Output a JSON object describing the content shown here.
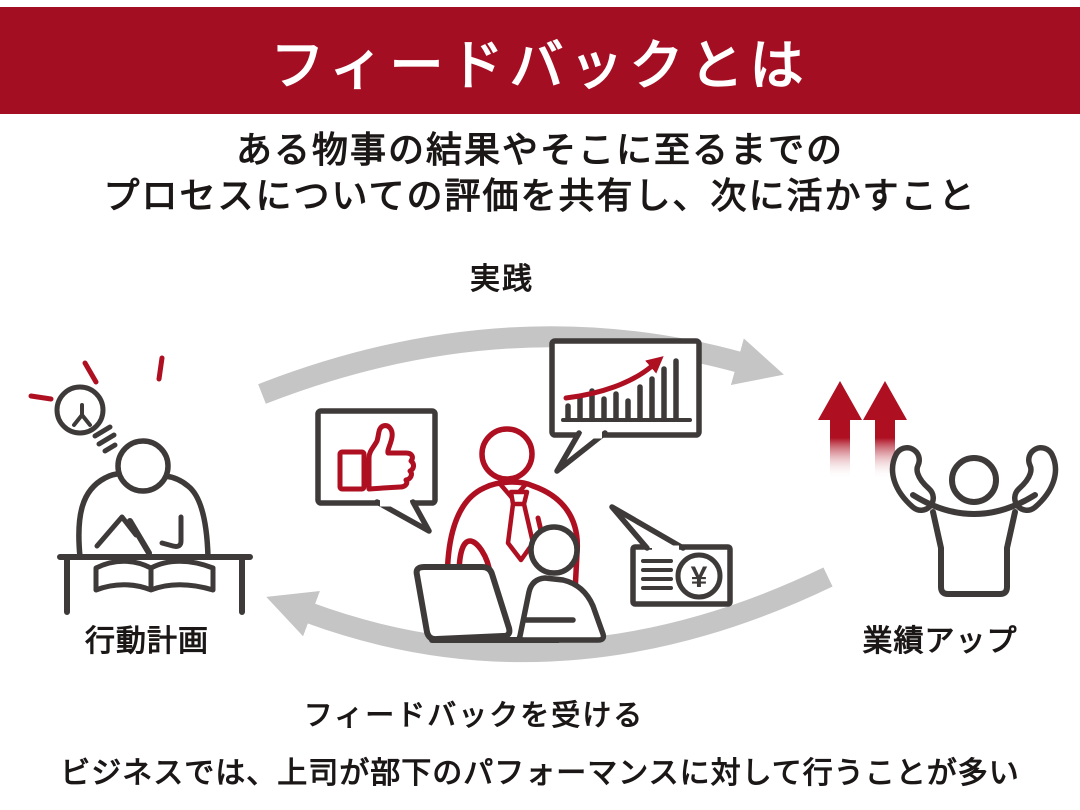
{
  "colors": {
    "banner_red": "#a40e23",
    "accent_red": "#ae1022",
    "line_dark": "#3e3a39",
    "arrow_gray": "#c5c5c5",
    "highlight_pink": "#f4dade",
    "text_dark": "#1c1717",
    "title_text": "#ffffff",
    "background": "#ffffff"
  },
  "header": {
    "title": "フィードバックとは"
  },
  "definition": {
    "line1": "ある物事の結果やそこに至るまでの",
    "line2": "プロセスについての評価を共有し、次に活かすこと"
  },
  "cycle": {
    "top_label": "実践",
    "left_label": "行動計画",
    "right_label": "業績アップ",
    "bottom_label": "フィードバックを受ける"
  },
  "icons": {
    "yen-symbol": "¥",
    "lightbulb-icon": "line-art-bulb-with-red-sparks",
    "writing-person-icon": "line-art-person-writing-at-desk-with-open-book",
    "thumbs-up-icon": "red-line-art-thumbs-up-in-speech-bubble",
    "bar-chart-icon": "line-art-rising-bar-chart-with-red-arrow-in-speech-bubble",
    "money-icon": "line-art-banknote-with-yen-circle-in-speech-bubble",
    "manager-icon": "red-line-art-manager-with-tie",
    "subordinate-icon": "line-art-person-at-laptop",
    "laptop-icon": "line-art-open-laptop",
    "growth-arrows-icon": "two-red-upward-fading-arrows",
    "cheering-person-icon": "line-art-person-raising-both-arms",
    "cycle-arrow-top-icon": "gray-curved-arrow-pointing-right",
    "cycle-arrow-bottom-icon": "gray-curved-arrow-pointing-left"
  },
  "footer": {
    "lead": "ビジネスでは、",
    "highlighted": "上司が部下のパフォーマンスに対して行うことが多い"
  }
}
